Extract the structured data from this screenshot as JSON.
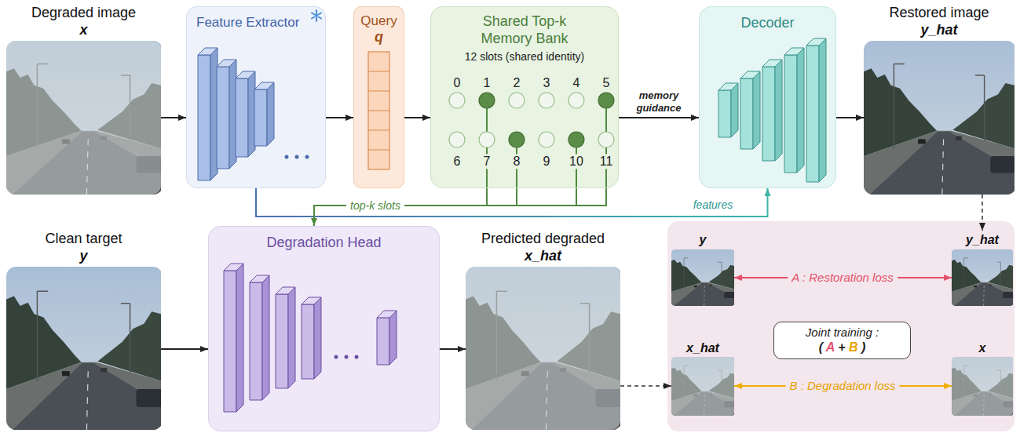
{
  "diagram": {
    "nodes": [
      {
        "text": [
          "Degraded image",
          "x"
        ]
      },
      {
        "text": [
          "Feature Extractor"
        ]
      },
      {
        "text": [
          "Query",
          "q"
        ]
      },
      {
        "text": [
          "Shared Top-k Memory Bank",
          "12 slots (shared identity)"
        ]
      },
      {
        "text": [
          "Decoder"
        ]
      },
      {
        "text": [
          "Restored image",
          "y_hat"
        ]
      },
      {
        "text": [
          "Clean target",
          "y"
        ]
      },
      {
        "text": [
          "Degradation Head"
        ]
      },
      {
        "text": [
          "Predicted degraded",
          "x_hat"
        ]
      },
      {
        "text": [
          "y"
        ]
      },
      {
        "text": [
          "y_hat"
        ]
      },
      {
        "text": [
          "Joint training :",
          "( A + B )"
        ]
      },
      {
        "text": [
          "x_hat"
        ]
      },
      {
        "text": [
          "x"
        ]
      }
    ],
    "edges": [
      {
        "from": 0,
        "to": 1,
        "arrow": "to"
      },
      {
        "from": 1,
        "to": 2,
        "arrow": "to"
      },
      {
        "from": 2,
        "to": 3,
        "arrow": "to"
      },
      {
        "from": 3,
        "to": 4,
        "arrow": "to",
        "label": "memory guidance"
      },
      {
        "from": 4,
        "to": 5,
        "arrow": "to"
      },
      {
        "from": 1,
        "to": 4,
        "arrow": "to",
        "label": "features"
      },
      {
        "from": 3,
        "to": 7,
        "arrow": "to",
        "label": "top-k slots"
      },
      {
        "from": 6,
        "to": 7,
        "arrow": "to"
      },
      {
        "from": 7,
        "to": 8,
        "arrow": "to"
      },
      {
        "from": 5,
        "to": 10,
        "arrow": "to"
      },
      {
        "from": 8,
        "to": 12,
        "arrow": "to"
      },
      {
        "from": 9,
        "to": 10,
        "arrow": "both",
        "label": "A : Restoration loss"
      },
      {
        "from": 12,
        "to": 13,
        "arrow": "both",
        "label": "B : Degradation loss"
      }
    ],
    "labels": [
      "0",
      "1",
      "2",
      "3",
      "4",
      "5",
      "6",
      "7",
      "8",
      "9",
      "10",
      "11"
    ]
  }
}
